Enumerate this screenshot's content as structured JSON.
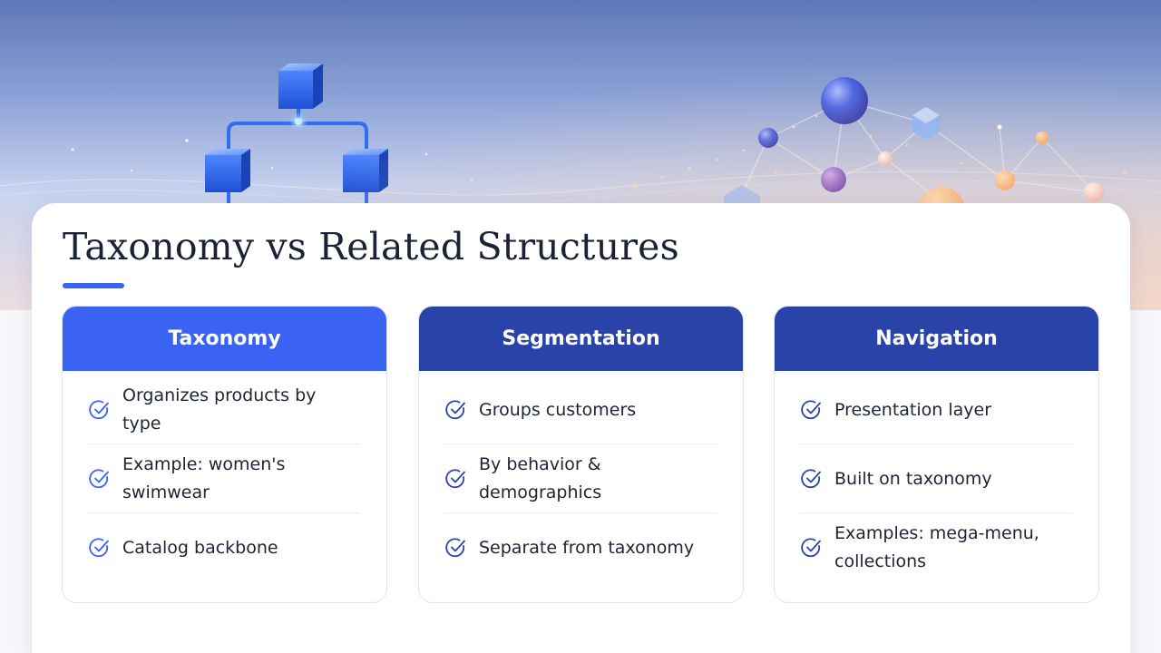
{
  "slide": {
    "title": "Taxonomy vs Related Structures",
    "accent_color": "#3a63f3"
  },
  "columns": [
    {
      "heading": "Taxonomy",
      "header_color": "#3a63f3",
      "items": [
        {
          "text": "Organizes products by\ntype",
          "icon": "check-circle-icon"
        },
        {
          "text": "Example: women's\nswimwear",
          "icon": "check-circle-icon"
        },
        {
          "text": "Catalog backbone",
          "icon": "check-circle-icon"
        }
      ]
    },
    {
      "heading": "Segmentation",
      "header_color": "#2a43a8",
      "items": [
        {
          "text": "Groups customers",
          "icon": "check-circle-icon"
        },
        {
          "text": "By behavior &\ndemographics",
          "icon": "check-circle-icon"
        },
        {
          "text": "Separate from taxonomy",
          "icon": "check-circle-icon"
        }
      ]
    },
    {
      "heading": "Navigation",
      "header_color": "#2a43a8",
      "items": [
        {
          "text": "Presentation layer",
          "icon": "check-circle-icon"
        },
        {
          "text": "Built on taxonomy",
          "icon": "check-circle-icon"
        },
        {
          "text": "Examples: mega-menu,\ncollections",
          "icon": "check-circle-icon"
        }
      ]
    }
  ]
}
